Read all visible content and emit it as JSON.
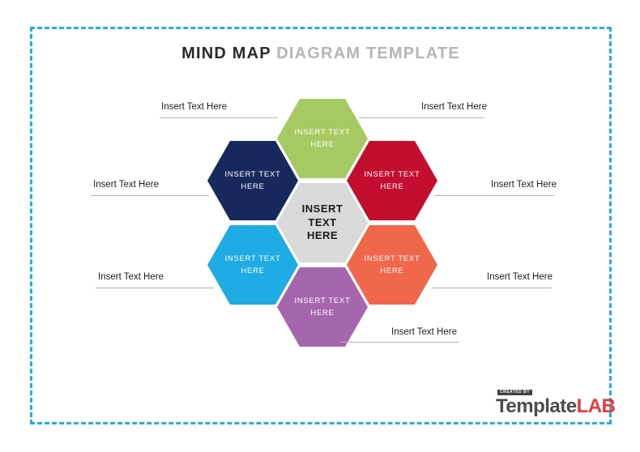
{
  "title": {
    "primary": "MIND MAP",
    "secondary": "DIAGRAM TEMPLATE",
    "primary_color": "#2b2a2a",
    "secondary_color": "#b5b5b5"
  },
  "border": {
    "color": "#29abe2",
    "style": "dashed"
  },
  "hexagons": [
    {
      "position": "top",
      "label": "INSERT TEXT HERE",
      "color": "#a6ca63",
      "text_color": "#ffffff"
    },
    {
      "position": "top-left",
      "label": "INSERT TEXT HERE",
      "color": "#17295c",
      "text_color": "#ffffff"
    },
    {
      "position": "top-right",
      "label": "INSERT TEXT HERE",
      "color": "#c30e2f",
      "text_color": "#ffffff"
    },
    {
      "position": "center",
      "label": "INSERT TEXT HERE",
      "color": "#d9d9d9",
      "text_color": "#1a1a1a"
    },
    {
      "position": "bottom-left",
      "label": "INSERT TEXT HERE",
      "color": "#1fabe3",
      "text_color": "#ffffff"
    },
    {
      "position": "bottom-right",
      "label": "INSERT TEXT HERE",
      "color": "#f1674b",
      "text_color": "#ffffff"
    },
    {
      "position": "bottom",
      "label": "INSERT TEXT HERE",
      "color": "#a566ad",
      "text_color": "#ffffff"
    }
  ],
  "callouts": [
    {
      "position": "top-left",
      "label": "Insert Text Here"
    },
    {
      "position": "top-right",
      "label": "Insert Text Here"
    },
    {
      "position": "middle-left",
      "label": "Insert Text Here"
    },
    {
      "position": "middle-right",
      "label": "Insert Text Here"
    },
    {
      "position": "bottom-left",
      "label": "Insert Text Here"
    },
    {
      "position": "bottom-right",
      "label": "Insert Text Here"
    },
    {
      "position": "bottom-center",
      "label": "Insert Text Here"
    }
  ],
  "logo": {
    "created_by": "CREATED BY",
    "name_primary": "Template",
    "name_accent": "LAB",
    "primary_color": "#4b4b4d",
    "accent_color": "#e23a3a"
  }
}
